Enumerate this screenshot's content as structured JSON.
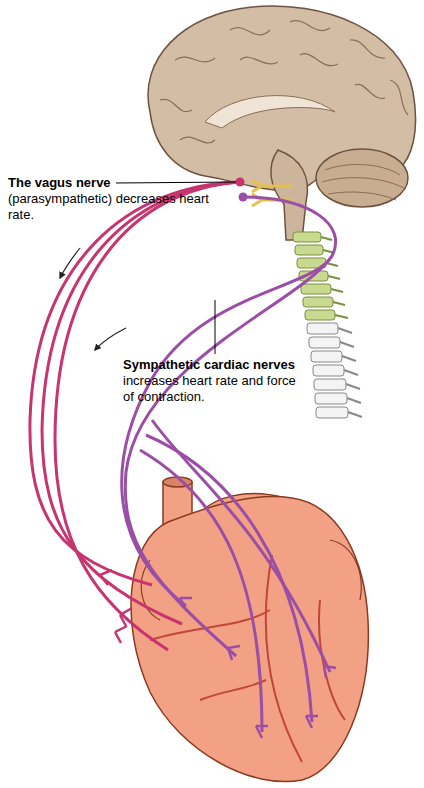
{
  "diagram": {
    "labels": [
      "The vagus nerve",
      "(parasympathetic) decreases heart rate.",
      "Sympathetic cardiac nerves",
      "increases heart rate and force of contraction."
    ]
  }
}
